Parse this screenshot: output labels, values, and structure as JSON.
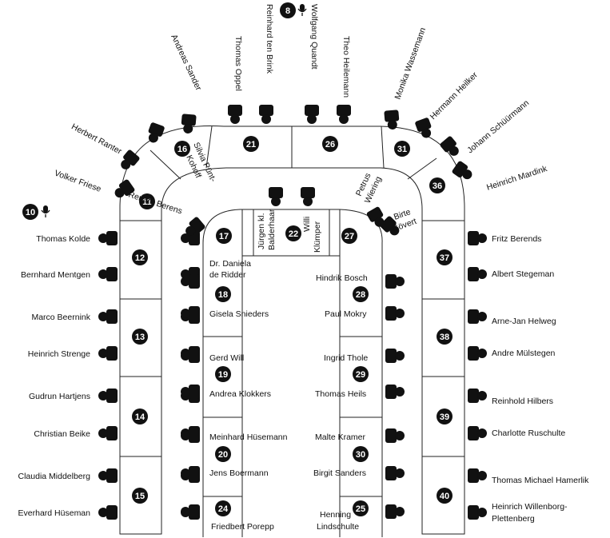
{
  "speakers": [
    {
      "number": "8",
      "icon": "microphone-icon"
    },
    {
      "number": "10",
      "icon": "microphone-icon"
    }
  ],
  "tables": [
    {
      "number": "11",
      "members": [
        "Volker Friese",
        "Renate Berens"
      ]
    },
    {
      "number": "12",
      "members": [
        "Thomas Kolde",
        "Bernhard Mentgen"
      ]
    },
    {
      "number": "13",
      "members": [
        "Marco Beernink",
        "Heinrich Strenge"
      ]
    },
    {
      "number": "14",
      "members": [
        "Gudrun Hartjens",
        "Christian Beike"
      ]
    },
    {
      "number": "15",
      "members": [
        "Claudia Middelberg",
        "Everhard Hüseman"
      ]
    },
    {
      "number": "16",
      "members": [
        "Herbert Ranter",
        "Andreas Sander",
        "Silvia Pünt-Kohoff"
      ]
    },
    {
      "number": "17",
      "members": []
    },
    {
      "number": "18",
      "members": [
        "Dr. Daniela de Ridder",
        "Gisela Snieders"
      ]
    },
    {
      "number": "19",
      "members": [
        "Gerd Will",
        "Andrea Klokkers"
      ]
    },
    {
      "number": "20",
      "members": [
        "Meinhard Hüsemann",
        "Jens Boermann"
      ]
    },
    {
      "number": "21",
      "members": [
        "Thomas Oppel",
        "Reinhard ten Brink"
      ]
    },
    {
      "number": "22",
      "members": [
        "Jürgen kl. Balderhaar",
        "Willi Klümper"
      ]
    },
    {
      "number": "24",
      "members": [
        "Friedbert Porepp"
      ]
    },
    {
      "number": "25",
      "members": [
        "Henning Lindschulte"
      ]
    },
    {
      "number": "26",
      "members": [
        "Wolfgang Quandt",
        "Theo Heilemann"
      ]
    },
    {
      "number": "27",
      "members": []
    },
    {
      "number": "28",
      "members": [
        "Hindrik Bosch",
        "Paul Mokry"
      ]
    },
    {
      "number": "29",
      "members": [
        "Ingrid Thole",
        "Thomas Heils"
      ]
    },
    {
      "number": "30",
      "members": [
        "Malte Kramer",
        "Birgit Sanders"
      ]
    },
    {
      "number": "31",
      "members": [
        "Monika Wassemann",
        "Hermann Heilker",
        "Petrus Wiering"
      ]
    },
    {
      "number": "36",
      "members": [
        "Johann Schüürmann",
        "Heinrich Mardink",
        "Birte Gövert"
      ]
    },
    {
      "number": "37",
      "members": [
        "Fritz Berends",
        "Albert Stegeman"
      ]
    },
    {
      "number": "38",
      "members": [
        "Arne-Jan Helweg",
        "Andre Mülstegen"
      ]
    },
    {
      "number": "39",
      "members": [
        "Reinhold Hilbers",
        "Charlotte Ruschulte"
      ]
    },
    {
      "number": "40",
      "members": [
        "Thomas Michael Hamerlik",
        "Heinrich Willenborg-Plettenberg"
      ]
    }
  ],
  "labels": {
    "left_outer": [
      "Thomas Kolde",
      "Bernhard Mentgen",
      "Marco Beernink",
      "Heinrich Strenge",
      "Gudrun Hartjens",
      "Christian Beike",
      "Claudia Middelberg",
      "Everhard Hüseman"
    ],
    "right_outer": [
      "Fritz Berends",
      "Albert Stegeman",
      "Arne-Jan Helweg",
      "Andre Mülstegen",
      "Reinhold Hilbers",
      "Charlotte Ruschulte",
      "Thomas Michael Hamerlik",
      "Heinrich Willenborg-",
      "Plettenberg"
    ],
    "top_rotated": [
      "Andreas Sander",
      "Thomas Oppel",
      "Reinhard ten Brink",
      "Wolfgang Quandt",
      "Theo Heilemann",
      "Monika Wassemann",
      "Hermann Heilker",
      "Johann Schüürmann",
      "Heinrich Mardink",
      "Herbert Ranter",
      "Volker Friese"
    ],
    "inner_left": [
      "Dr. Daniela",
      "de Ridder",
      "Gisela Snieders",
      "Gerd Will",
      "Andrea Klokkers",
      "Meinhard Hüsemann",
      "Jens Boermann",
      "Friedbert Porepp"
    ],
    "inner_right": [
      "Hindrik Bosch",
      "Paul Mokry",
      "Ingrid Thole",
      "Thomas Heils",
      "Malte Kramer",
      "Birgit Sanders",
      "Henning",
      "Lindschulte"
    ],
    "inner_top": [
      "Renate Berens",
      "Silvia Pünt-",
      "Kohoff",
      "Jürgen kl.",
      "Balderhaar",
      "Willi",
      "Klümper",
      "Petrus",
      "Wiering",
      "Birte",
      "Gövert"
    ]
  }
}
